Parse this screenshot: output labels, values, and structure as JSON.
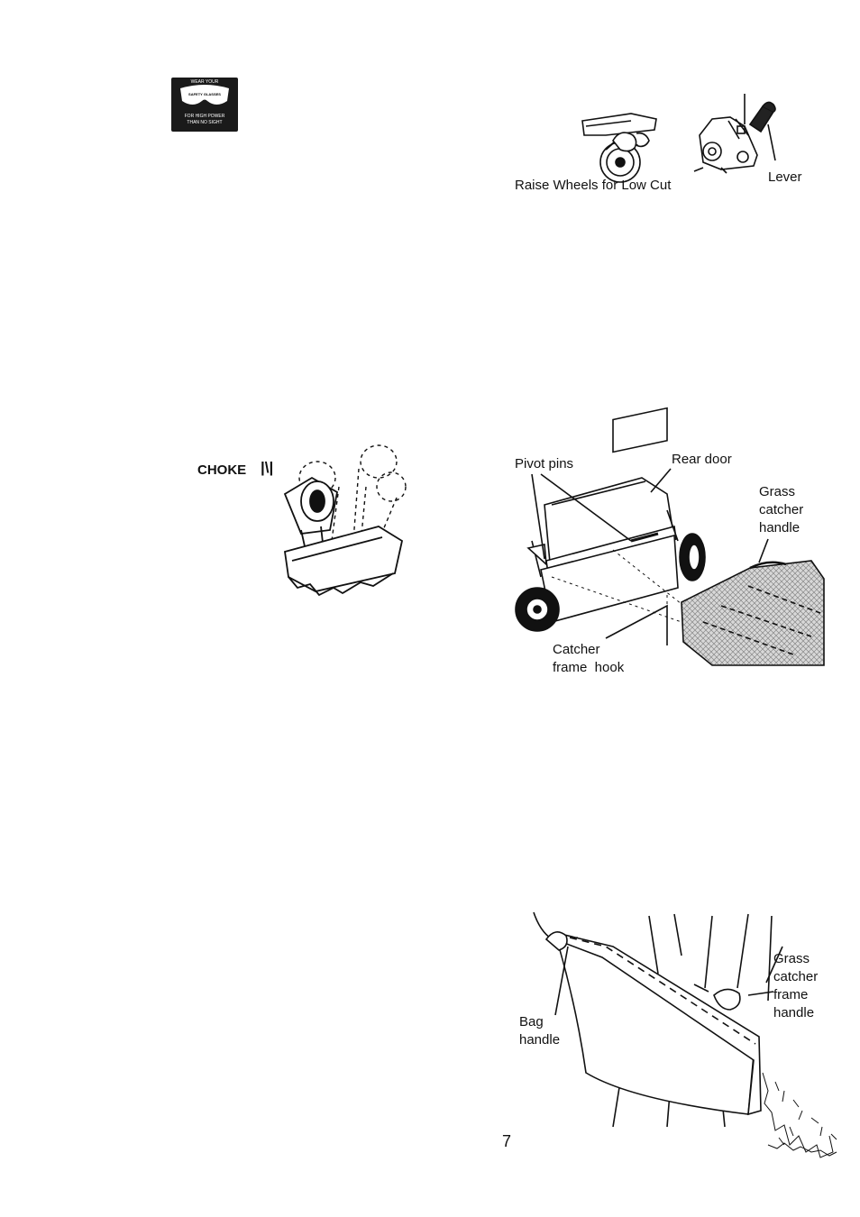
{
  "safety_badge": {
    "top_text": "WEAR YOUR",
    "middle_text": "SAFETY GLASSES",
    "bottom_text_1": "FOR HIGH POWER",
    "bottom_text_2": "THAN NO SIGHT"
  },
  "height_figure": {
    "caption": "Raise Wheels for Low Cut",
    "lever_label": "Lever"
  },
  "choke_figure": {
    "label": "CHOKE",
    "symbol": "|\\|"
  },
  "catcher_figure": {
    "pivot_label": "Pivot pins",
    "rear_door_label": "Rear door",
    "handle_label_1": "Grass",
    "handle_label_2": "catcher",
    "handle_label_3": "handle",
    "hook_label_1": "Catcher",
    "hook_label_2": "frame  hook"
  },
  "bag_figure": {
    "bag_label_1": "Bag",
    "bag_label_2": "handle",
    "frame_label_1": "Grass",
    "frame_label_2": "catcher",
    "frame_label_3": "frame",
    "frame_label_4": "handle"
  },
  "page_number": "7"
}
